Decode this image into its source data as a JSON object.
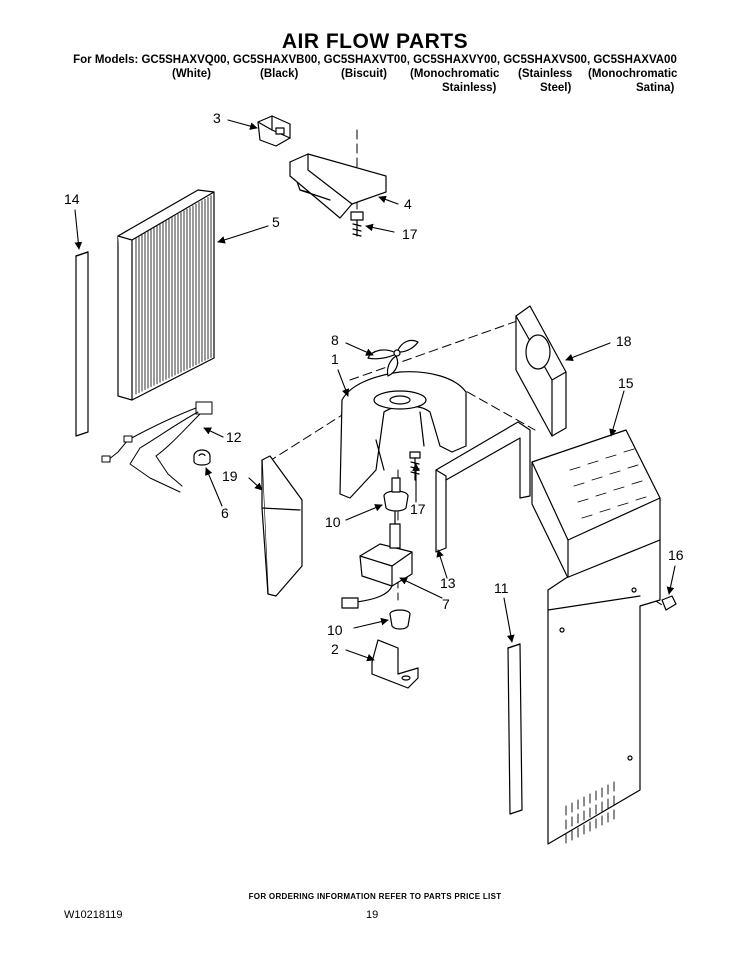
{
  "header": {
    "title": "AIR FLOW PARTS",
    "models": "For Models: GC5SHAXVQ00, GC5SHAXVB00, GC5SHAXVT00, GC5SHAXVY00, GC5SHAXVS00, GC5SHAXVA00",
    "finishes": [
      {
        "line1": "(White)",
        "line2": ""
      },
      {
        "line1": "(Black)",
        "line2": ""
      },
      {
        "line1": "(Biscuit)",
        "line2": ""
      },
      {
        "line1": "(Monochromatic",
        "line2": "Stainless)"
      },
      {
        "line1": "(Stainless",
        "line2": "Steel)"
      },
      {
        "line1": "(Monochromatic",
        "line2": "Satina)"
      }
    ]
  },
  "callouts": {
    "c1": "1",
    "c2": "2",
    "c3": "3",
    "c4": "4",
    "c5": "5",
    "c6": "6",
    "c7": "7",
    "c8": "8",
    "c10a": "10",
    "c10b": "10",
    "c11": "11",
    "c12": "12",
    "c13": "13",
    "c14": "14",
    "c15": "15",
    "c16": "16",
    "c17a": "17",
    "c17b": "17",
    "c18": "18",
    "c19": "19"
  },
  "footer": {
    "ordering_note": "FOR ORDERING INFORMATION REFER TO PARTS PRICE LIST",
    "doc_number": "W10218119",
    "page_number": "19"
  }
}
